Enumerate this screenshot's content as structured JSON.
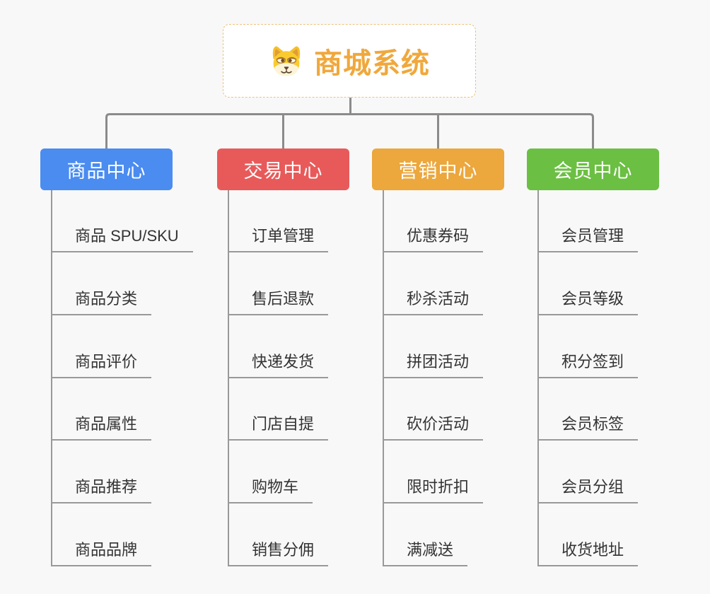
{
  "root": {
    "title": "商城系统",
    "icon": "shiba-dog-icon",
    "title_color": "#f0a83c",
    "border_color": "#eec17c"
  },
  "branches": [
    {
      "label": "商品中心",
      "color": "#4a8cf0",
      "children": [
        "商品 SPU/SKU",
        "商品分类",
        "商品评价",
        "商品属性",
        "商品推荐",
        "商品品牌"
      ]
    },
    {
      "label": "交易中心",
      "color": "#e85a5a",
      "children": [
        "订单管理",
        "售后退款",
        "快递发货",
        "门店自提",
        "购物车",
        "销售分佣"
      ]
    },
    {
      "label": "营销中心",
      "color": "#eca73d",
      "children": [
        "优惠券码",
        "秒杀活动",
        "拼团活动",
        "砍价活动",
        "限时折扣",
        "满减送"
      ]
    },
    {
      "label": "会员中心",
      "color": "#6bbf43",
      "children": [
        "会员管理",
        "会员等级",
        "积分签到",
        "会员标签",
        "会员分组",
        "收货地址"
      ]
    }
  ],
  "colors": {
    "connector": "#8b8b8b",
    "leaf_line": "#999999",
    "leaf_text": "#333333",
    "background": "#f8f8f8"
  }
}
